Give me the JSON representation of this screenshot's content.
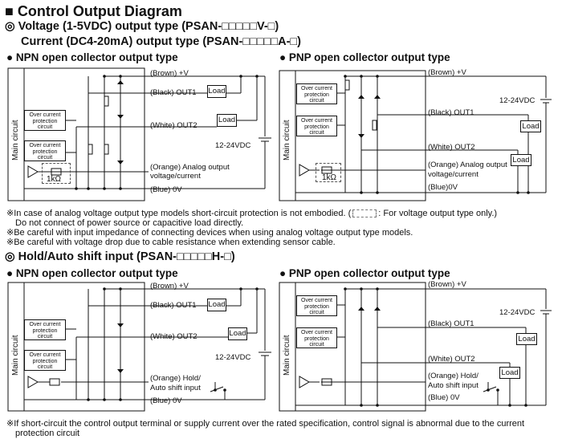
{
  "title": "■ Control Output Diagram",
  "voltage_header": "◎ Voltage (1-5VDC) output type (PSAN-□□□□□V-□)",
  "current_header": "Current (DC4-20mA) output type (PSAN-□□□□□A-□)",
  "top_npn_heading": "● NPN open collector output type",
  "top_pnp_heading": "● PNP open collector output type",
  "hold_header": "◎ Hold/Auto shift input (PSAN-□□□□□H-□)",
  "bottom_npn_heading": "● NPN open collector output type",
  "bottom_pnp_heading": "● PNP open collector output type",
  "labels": {
    "brown": "(Brown) +V",
    "black": "(Black) OUT1",
    "white": "(White) OUT2",
    "orange_analog": "(Orange) Analog output",
    "voltage_current": "voltage/current",
    "blue": "(Blue) 0V",
    "blue_pnp": "(Blue)0V",
    "supply": "12-24VDC",
    "load": "Load",
    "resistor": "1kΩ",
    "main_circuit": "Main circuit",
    "ocp_line1": "Over current",
    "ocp_line2": "protection",
    "ocp_line3": "circuit",
    "orange_hold": "(Orange) Hold/",
    "auto_shift": "Auto shift input",
    "plus": "+",
    "minus": "−"
  },
  "notes": {
    "note1": "※In case of analog voltage output type models short-circuit protection is not embodied. (",
    "note1_tail": ": For voltage output type only.)",
    "note1b": "Do not connect of power source or capacitive load directly.",
    "note2": "※Be careful with input impedance of connecting devices when using analog voltage output type models.",
    "note3": "※Be careful with voltage drop due to cable resistance when extending sensor cable.",
    "note4": "※If short-circuit the control output terminal or supply current over the rated specification, control signal is abnormal due to the current",
    "note4b": "protection circuit"
  }
}
